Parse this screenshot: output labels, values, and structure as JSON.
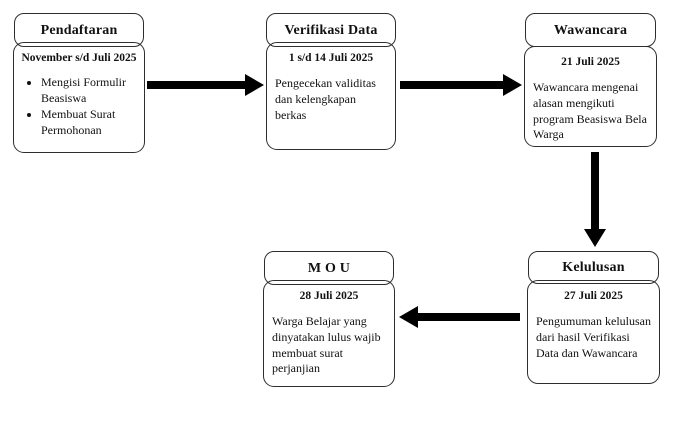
{
  "diagram": {
    "type": "flowchart",
    "language": "Indonesian",
    "colors": {
      "background": "#ffffff",
      "node_border": "#2e2e2e",
      "arrow": "#000000",
      "text": "#111111"
    },
    "nodes": [
      {
        "id": "pendaftaran",
        "title": "Pendaftaran",
        "date": "November s/d Juli 2025",
        "bullets": [
          "Mengisi Formulir Beasiswa",
          "Membuat Surat Permohonan"
        ]
      },
      {
        "id": "verifikasi-data",
        "title": "Verifikasi Data",
        "date": "1 s/d 14 Juli 2025",
        "description": "Pengecekan validitas dan kelengkapan berkas"
      },
      {
        "id": "wawancara",
        "title": "Wawancara",
        "date": "21 Juli 2025",
        "description": "Wawancara mengenai alasan mengikuti program Beasiswa Bela Warga"
      },
      {
        "id": "kelulusan",
        "title": "Kelulusan",
        "date": "27 Juli 2025",
        "description": "Pengumuman kelulusan dari hasil Verifikasi Data dan Wawancara"
      },
      {
        "id": "mou",
        "title": "M O U",
        "date": "28 Juli 2025",
        "description": "Warga Belajar yang dinyatakan lulus wajib membuat surat perjanjian"
      }
    ],
    "connections": [
      {
        "from": "Pendaftaran",
        "to": "Verifikasi Data",
        "direction": "right"
      },
      {
        "from": "Verifikasi Data",
        "to": "Wawancara",
        "direction": "right"
      },
      {
        "from": "Wawancara",
        "to": "Kelulusan",
        "direction": "down"
      },
      {
        "from": "Kelulusan",
        "to": "M O U",
        "direction": "left"
      }
    ]
  }
}
